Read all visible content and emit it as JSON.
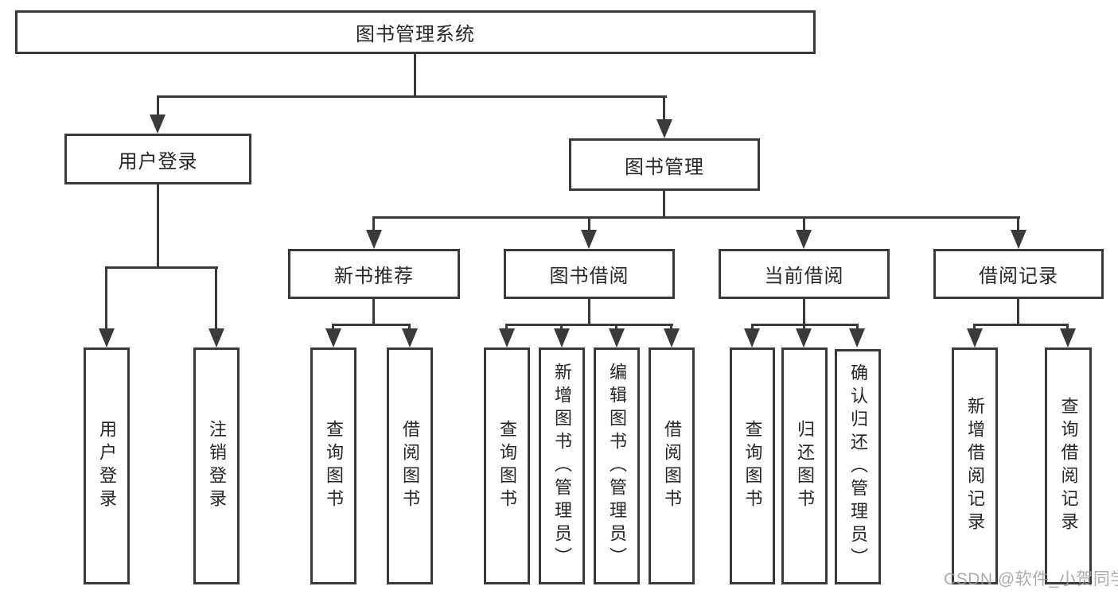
{
  "diagram": {
    "root": {
      "label": "图书管理系统"
    },
    "branches": {
      "user_login": {
        "label": "用户登录"
      },
      "book_management": {
        "label": "图书管理"
      }
    },
    "modules": {
      "new_book_recommend": {
        "label": "新书推荐"
      },
      "book_borrowing": {
        "label": "图书借阅"
      },
      "current_borrowing": {
        "label": "当前借阅"
      },
      "borrowing_records": {
        "label": "借阅记录"
      }
    },
    "leaves": {
      "user_login": {
        "label": "用户登录"
      },
      "logout": {
        "label": "注销登录"
      },
      "nbr_query_books": {
        "label": "查询图书"
      },
      "nbr_borrow_books": {
        "label": "借阅图书"
      },
      "bb_query_books": {
        "label": "查询图书"
      },
      "bb_add_books": {
        "label": "新增图书（管理员）"
      },
      "bb_edit_books": {
        "label": "编辑图书（管理员）"
      },
      "bb_borrow_books": {
        "label": "借阅图书"
      },
      "cb_query_books": {
        "label": "查询图书"
      },
      "cb_return_books": {
        "label": "归还图书"
      },
      "cb_confirm_return": {
        "label": "确认归还（管理员）"
      },
      "br_add_record": {
        "label": "新增借阅记录"
      },
      "br_query_record": {
        "label": "查询借阅记录"
      }
    }
  },
  "watermark": {
    "text": "CSDN @软件_小贺同学"
  },
  "colors": {
    "line": "#3a3a3a",
    "text": "#262626",
    "background": "#ffffff",
    "watermark": "#9e9e9e"
  }
}
